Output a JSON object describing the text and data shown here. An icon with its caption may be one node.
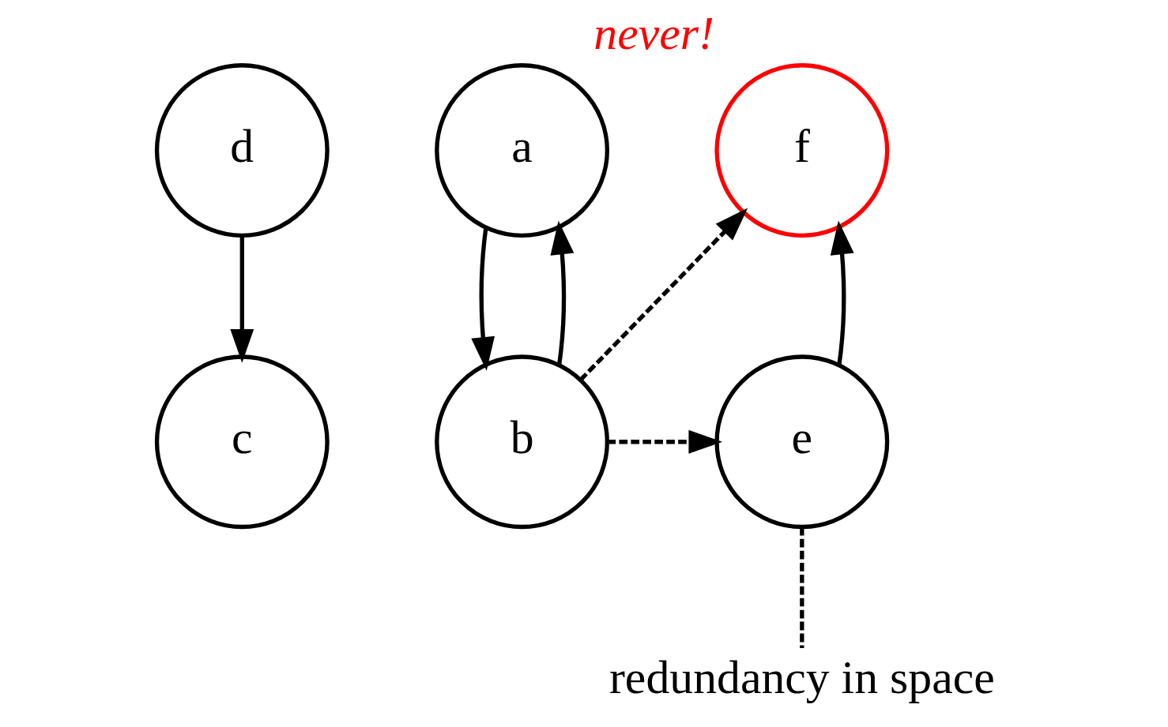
{
  "diagram": {
    "nodes": [
      {
        "text": [
          "d"
        ]
      },
      {
        "text": [
          "a"
        ]
      },
      {
        "text": [
          "f"
        ],
        "beside": [
          "never!"
        ]
      },
      {
        "text": [
          "c"
        ]
      },
      {
        "text": [
          "b"
        ]
      },
      {
        "text": [
          "e"
        ]
      },
      {
        "text": [
          "redundancy in space"
        ]
      }
    ],
    "edges": [
      {
        "from": 0,
        "to": 3,
        "arrow": "to"
      },
      {
        "from": 4,
        "to": 1,
        "arrow": "to"
      },
      {
        "from": 1,
        "to": 4,
        "arrow": "to"
      },
      {
        "from": 4,
        "to": 2,
        "arrow": "to",
        "style": "dashed"
      },
      {
        "from": 4,
        "to": 5,
        "arrow": "to",
        "style": "dashed"
      },
      {
        "from": 5,
        "to": 2,
        "arrow": "to"
      },
      {
        "from": 6,
        "to": 5,
        "arrow": "none",
        "style": "dashed"
      }
    ]
  }
}
